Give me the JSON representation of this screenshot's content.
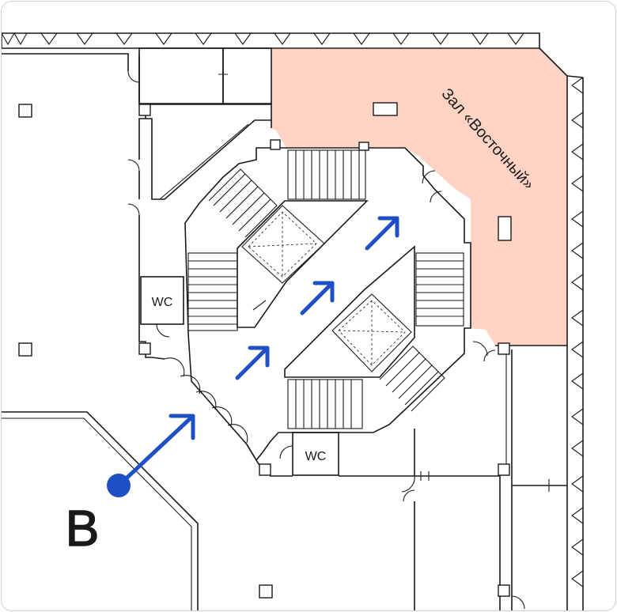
{
  "map": {
    "hall_label": "Зал «Восточный»",
    "wc_labels": [
      "WC",
      "WC"
    ],
    "building_letter": "B",
    "colors": {
      "hall_fill": "#ffd4c4",
      "route": "#1f4fc4",
      "walls": "#1a1a1a",
      "frame": "#c9d2dc"
    },
    "icons": {
      "start_point": "start-point-icon",
      "direction": "direction-arrow-icon"
    }
  }
}
